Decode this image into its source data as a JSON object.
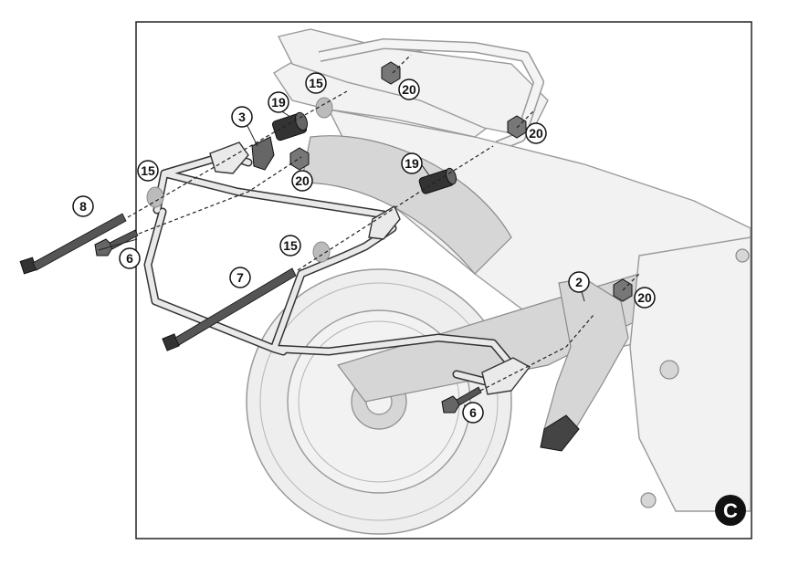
{
  "diagram": {
    "step_letter": "C",
    "callouts": {
      "c2": "2",
      "c3": "3",
      "c6a": "6",
      "c6b": "6",
      "c7": "7",
      "c8": "8",
      "c15a": "15",
      "c15b": "15",
      "c15c": "15",
      "c19a": "19",
      "c19b": "19",
      "c20a": "20",
      "c20b": "20",
      "c20c": "20",
      "c20d": "20"
    }
  }
}
